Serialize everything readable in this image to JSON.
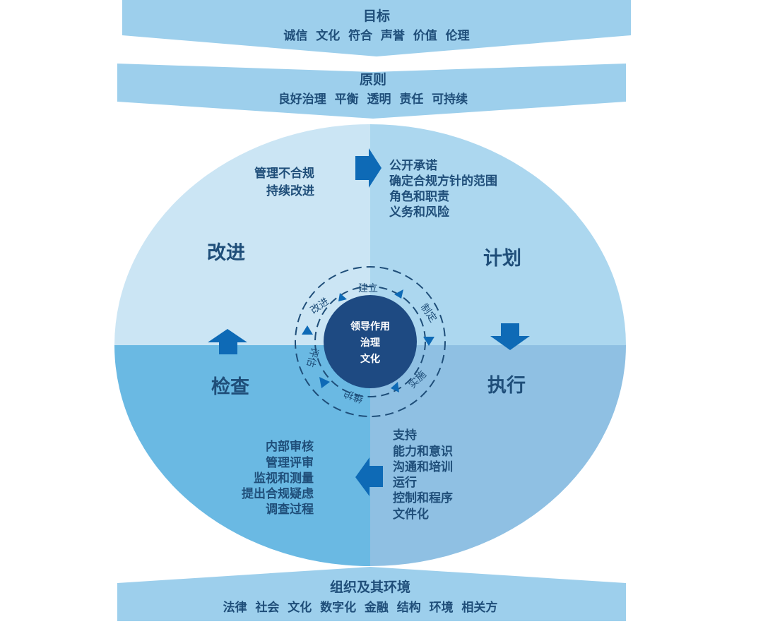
{
  "colors": {
    "banner": "#9dcfec",
    "quad_improve": "#cbe5f4",
    "quad_plan": "#acd7ef",
    "quad_check": "#6ab9e3",
    "quad_do": "#8fc0e3",
    "arrow": "#0e6ab6",
    "core": "#1e4a82",
    "text": "#1f4e79"
  },
  "banners": {
    "goals": {
      "title": "目标",
      "items": "诚信  文化  符合  声誉  价值  伦理"
    },
    "principles": {
      "title": "原则",
      "items": "良好治理  平衡  透明  责任  可持续"
    },
    "context": {
      "title": "组织及其环境",
      "items": "法律  社会  文化  数字化  金融  结构  环境  相关方"
    }
  },
  "quadrants": {
    "improve": {
      "label": "改进",
      "items": [
        "管理不合规",
        "持续改进"
      ]
    },
    "plan": {
      "label": "计划",
      "items": [
        "公开承诺",
        "确定合规方针的范围",
        "角色和职责",
        "义务和风险"
      ]
    },
    "check": {
      "label": "检查",
      "items": [
        "内部审核",
        "管理评审",
        "监视和测量",
        "提出合规疑虑",
        "调查过程"
      ]
    },
    "do": {
      "label": "执行",
      "items": [
        "支持",
        "能力和意识",
        "沟通和培训",
        "运行",
        "控制和程序",
        "文件化"
      ]
    }
  },
  "ring": {
    "establish": "建立",
    "develop": "制定",
    "implement": "实施",
    "maintain": "维护",
    "evaluate": "评估",
    "improve": "改进"
  },
  "core": {
    "line1": "领导作用",
    "line2": "治理",
    "line3": "文化"
  },
  "icons": [
    "arrow-right-icon",
    "arrow-down-icon",
    "arrow-left-icon",
    "arrow-up-icon"
  ]
}
